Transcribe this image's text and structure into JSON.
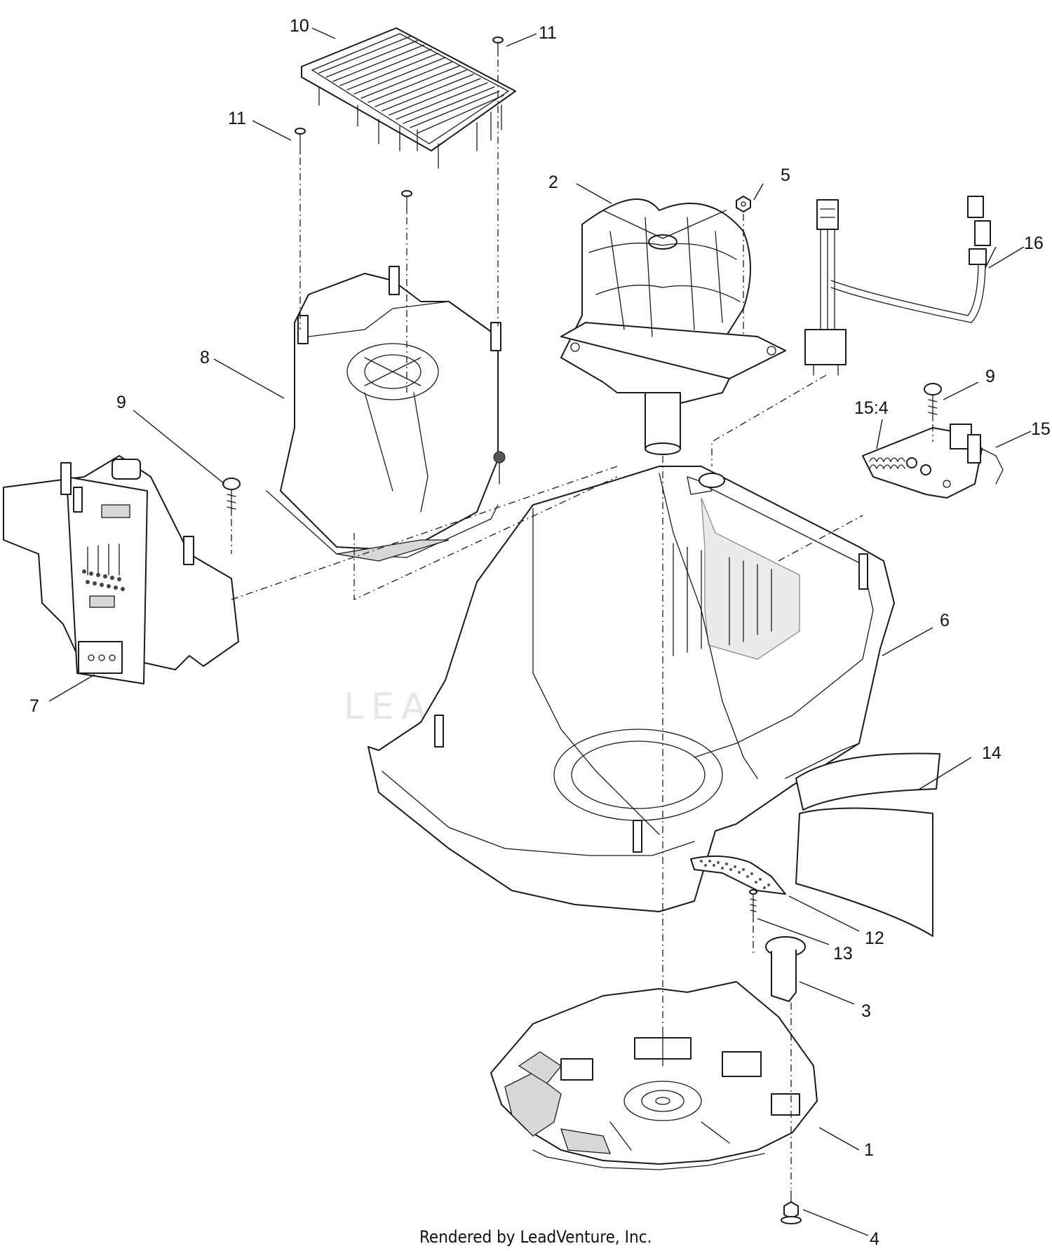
{
  "callouts": {
    "c1": "1",
    "c2": "2",
    "c3": "3",
    "c4": "4",
    "c5": "5",
    "c6": "6",
    "c7": "7",
    "c8": "8",
    "c9a": "9",
    "c9b": "9",
    "c10": "10",
    "c11a": "11",
    "c11b": "11",
    "c12": "12",
    "c13": "13",
    "c14": "14",
    "c15": "15",
    "c15_4": "15:4",
    "c16": "16"
  },
  "watermark": "LEADVENTURE",
  "footer": "Rendered by LeadVenture, Inc.",
  "colors": {
    "line": "#1a1a1a",
    "shade": "#d8d8d8",
    "watermark": "#e6e6e6"
  }
}
